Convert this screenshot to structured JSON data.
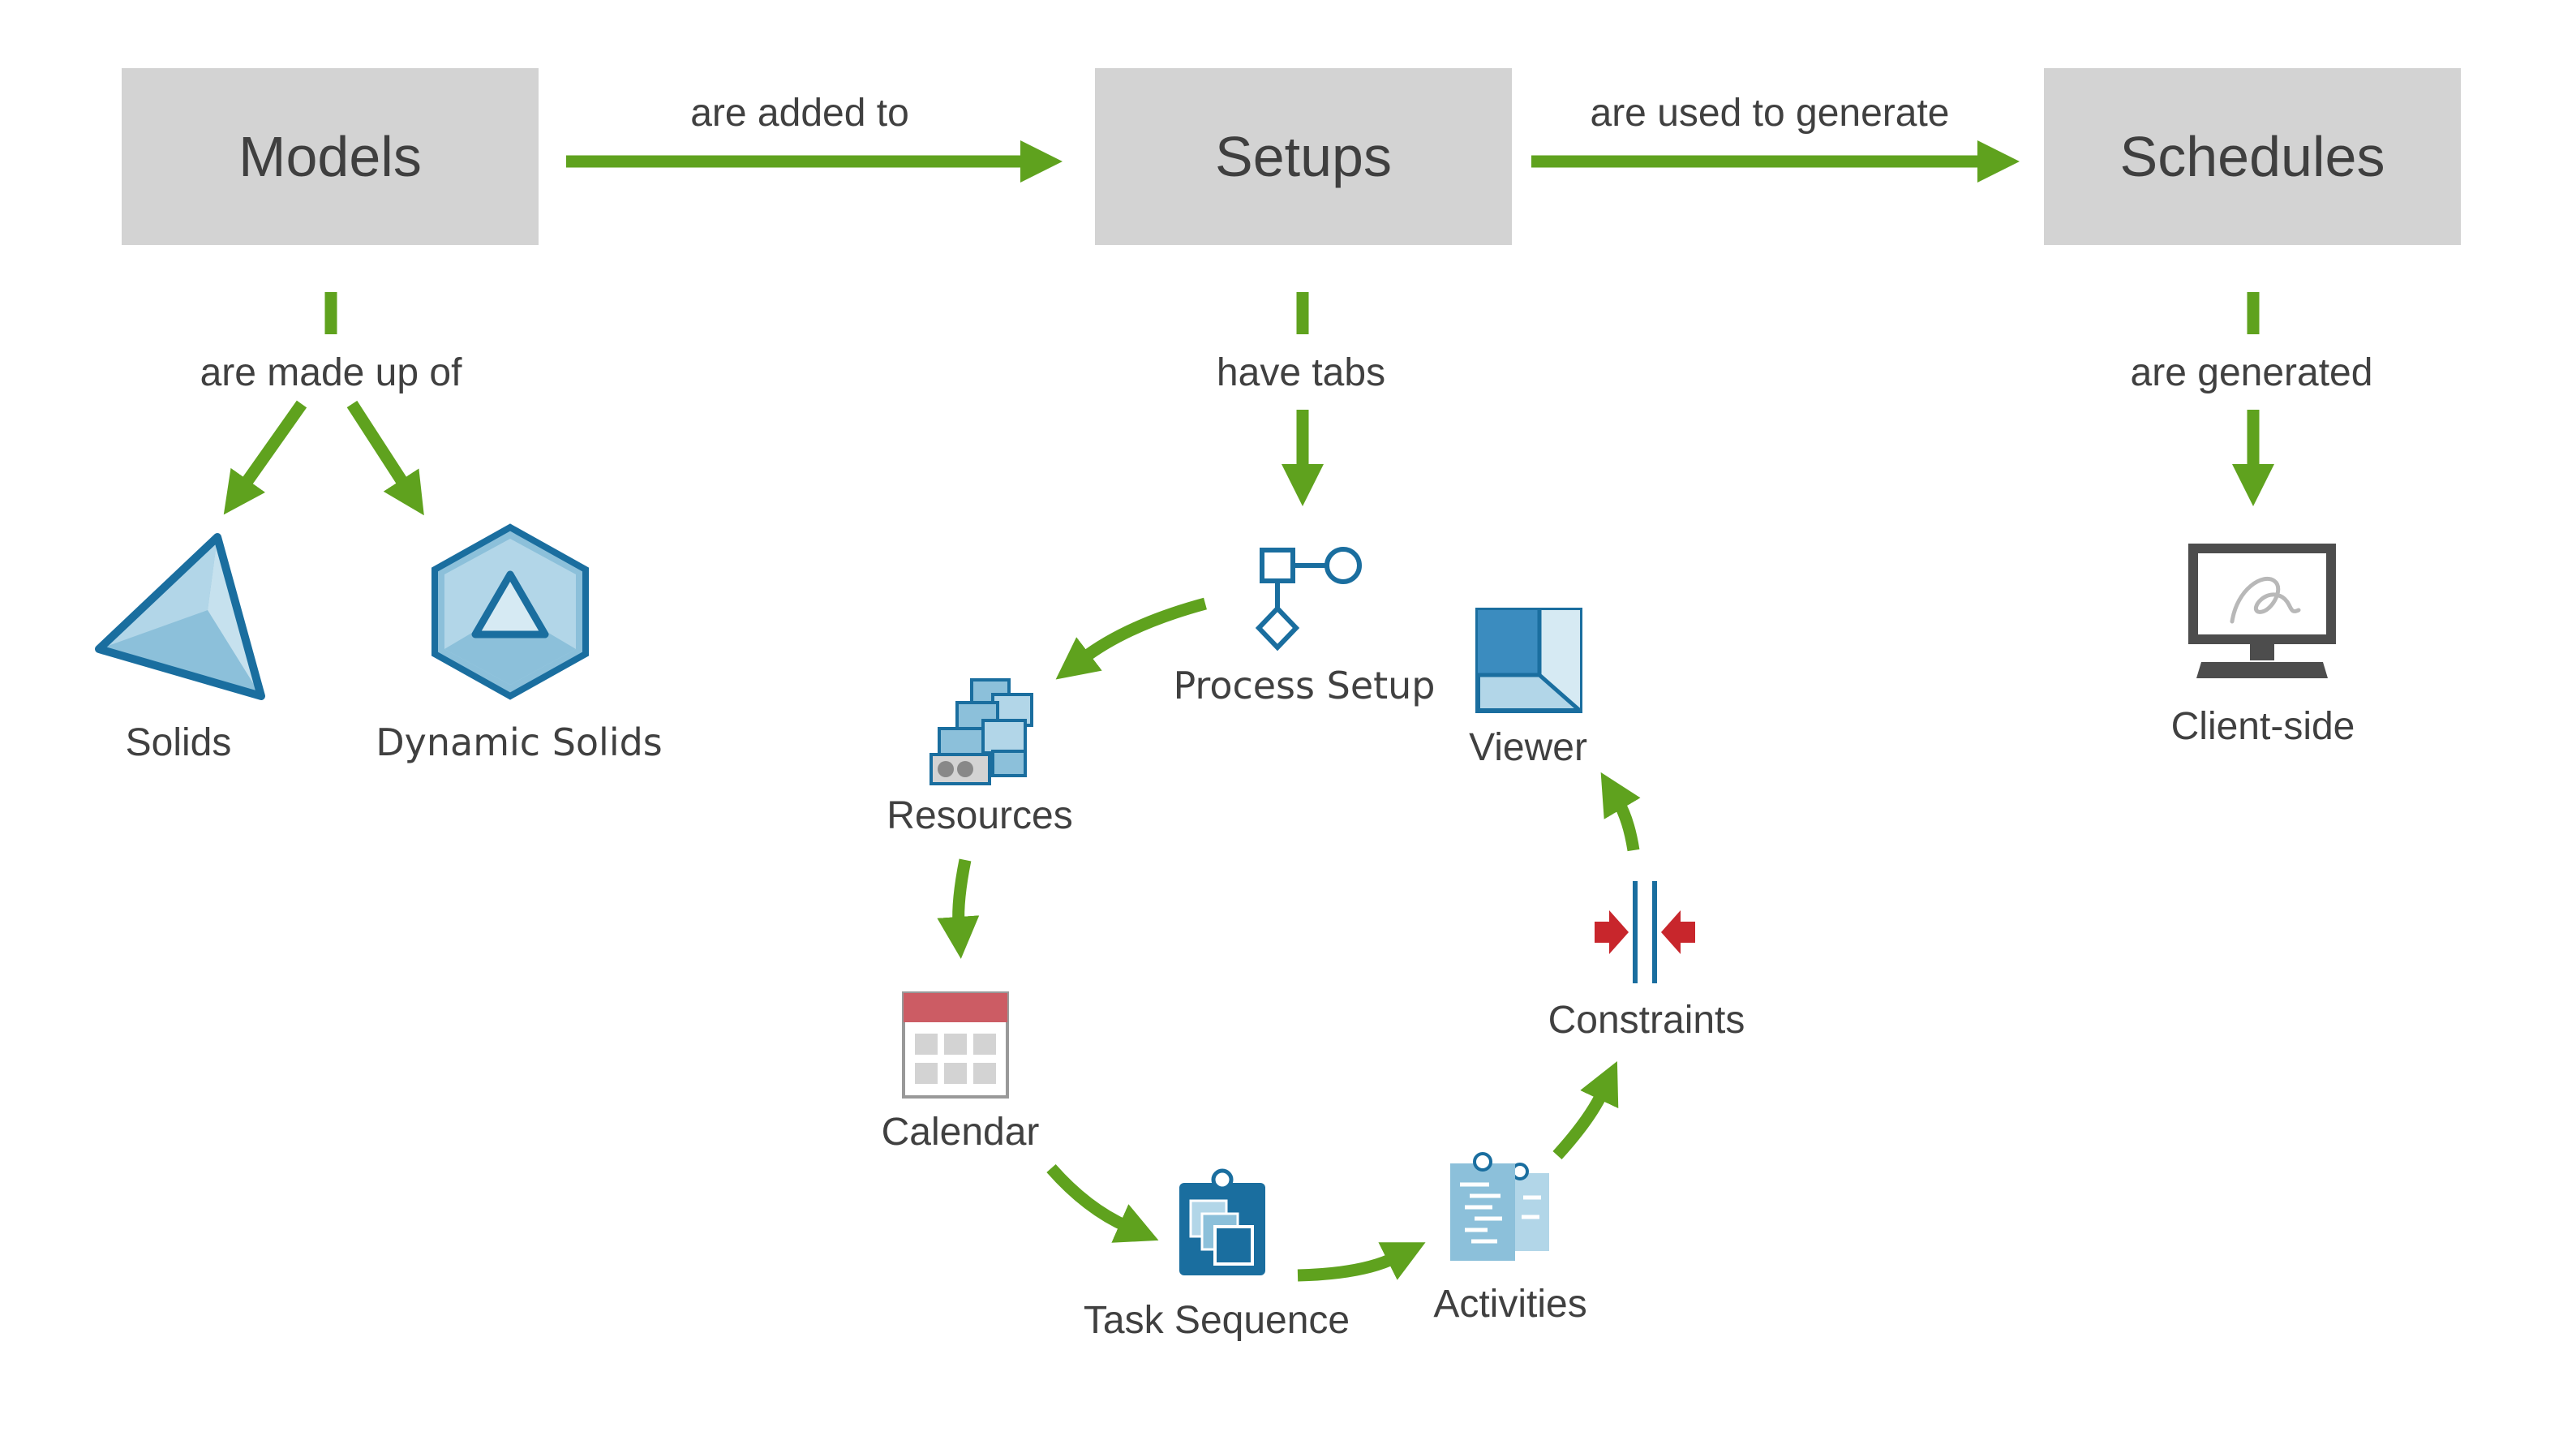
{
  "boxes": {
    "models": "Models",
    "setups": "Setups",
    "schedules": "Schedules"
  },
  "connectors": {
    "models_to_setups": "are added to",
    "setups_to_schedules": "are used to generate",
    "models_down": "are made up of",
    "setups_down": "have tabs",
    "schedules_down": "are generated"
  },
  "models_items": {
    "solids": "Solids",
    "dynamic_solids": "Dynamic Solids"
  },
  "setup_tabs": {
    "process_setup": "Process Setup",
    "resources": "Resources",
    "calendar": "Calendar",
    "task_sequence": "Task Sequence",
    "activities": "Activities",
    "constraints": "Constraints",
    "viewer": "Viewer"
  },
  "schedules_items": {
    "client_side": "Client-side"
  },
  "colors": {
    "box_fill": "#d3d3d3",
    "arrow_green": "#5fa21e",
    "icon_blue": "#1a6e9f",
    "icon_light_blue": "#8cc0da",
    "calendar_red": "#cc5c64",
    "constraint_red": "#c8262c",
    "monitor_gray": "#4d4d4d"
  }
}
